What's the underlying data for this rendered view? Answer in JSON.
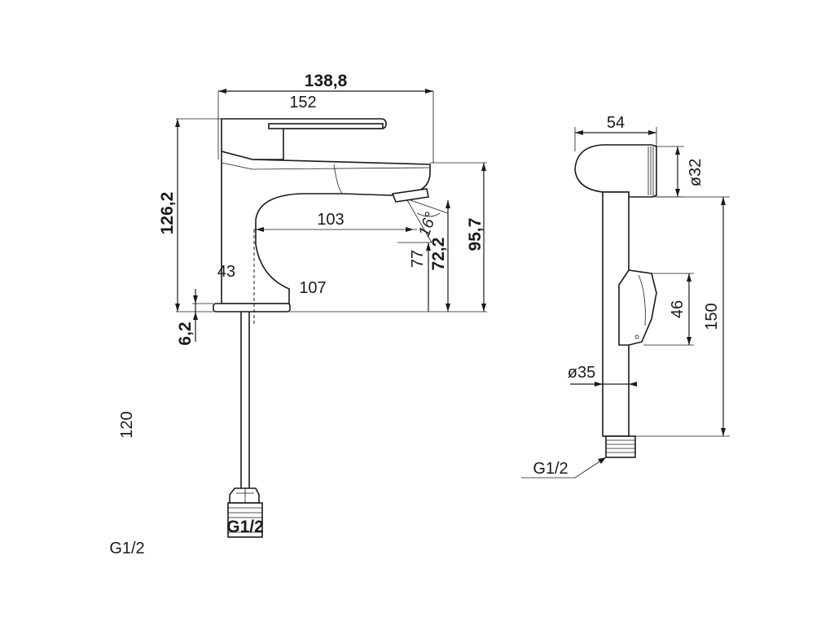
{
  "faucet": {
    "width_outer": "138,8",
    "width_inner": "152",
    "height_total": "126,2",
    "spout_reach": "103",
    "angle": "16°",
    "spout_height_low": "77",
    "spout_height_mid": "72,2",
    "spout_height_high": "95,7",
    "body_offset": "43",
    "base_length": "107",
    "base_height": "6,2",
    "hose_length": "120",
    "thread_label_box": "G1/2",
    "thread_label": "G1/2"
  },
  "sprayer": {
    "head_length": "54",
    "head_diameter": "ø32",
    "trigger_height": "46",
    "handle_length": "150",
    "handle_diameter": "ø35",
    "thread_label": "G1/2"
  }
}
